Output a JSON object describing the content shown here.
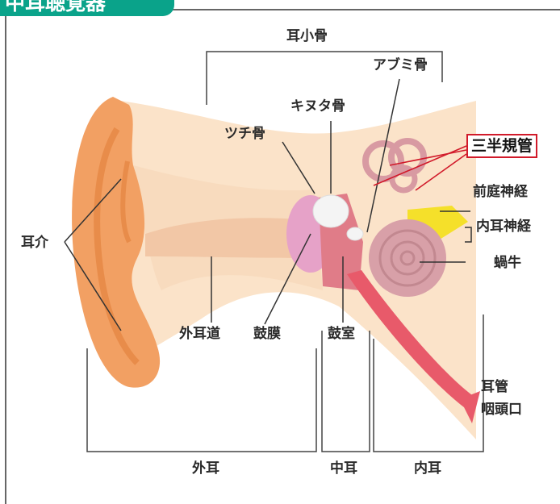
{
  "header": {
    "title": "中耳聴覚器"
  },
  "labels": {
    "ossicles": "耳小骨",
    "stapes": "アブミ骨",
    "incus": "キヌタ骨",
    "malleus": "ツチ骨",
    "semicircular_canals": "三半規管",
    "vestibular_nerve": "前庭神経",
    "inner_ear_nerve": "内耳神経",
    "auricle": "耳介",
    "cochlea": "蝸牛",
    "ear_canal": "外耳道",
    "eardrum": "鼓膜",
    "tympanic_cavity": "鼓室",
    "eustachian_tube": "耳管",
    "pharyngeal_opening": "咽頭口",
    "outer_ear": "外耳",
    "middle_ear": "中耳",
    "inner_ear": "内耳"
  },
  "colors": {
    "header_bg": "#0aa38a",
    "highlight_border": "#d11a2a",
    "auricle": "#f2a063",
    "tube": "#e85a6a"
  }
}
